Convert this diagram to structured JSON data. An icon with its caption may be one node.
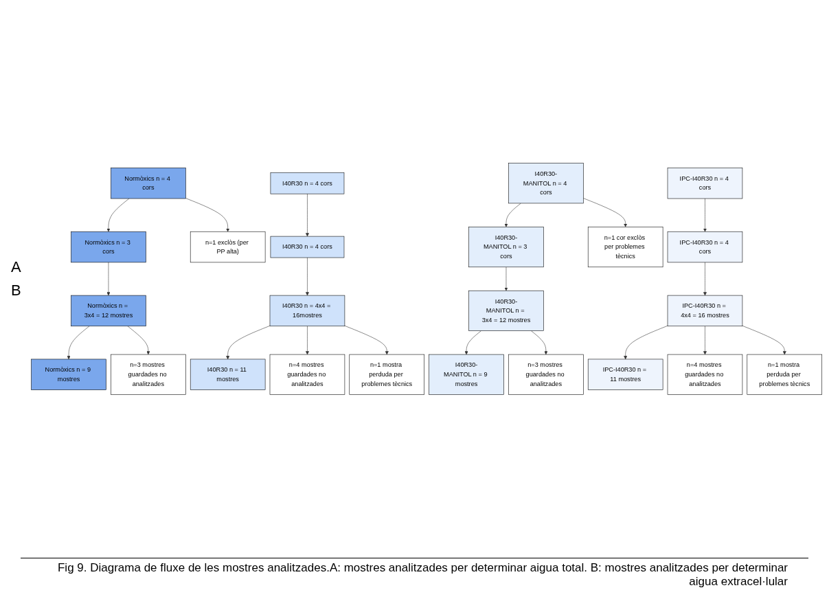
{
  "diagram": {
    "caption": "Fig 9. Diagrama de fluxe de les mostres analitzades.A: mostres analitzades per determinar aigua total. B: mostres analitzades per determinar aigua extracel·lular",
    "nodes": [
      {
        "text": [
          "Normòxics n = 4 cors"
        ]
      },
      {
        "text": [
          "I40R30 n = 4 cors"
        ]
      },
      {
        "text": [
          "I40R30-MANITOL n = 4 cors"
        ]
      },
      {
        "text": [
          "IPC-I40R30 n = 4 cors"
        ]
      },
      {
        "text": [
          "n=1 exclòs (per PP alta)"
        ]
      },
      {
        "text": [
          "n=1 cor exclòs per problemes tècnics"
        ]
      },
      {
        "text": [
          "Normòxics n = 3 cors"
        ]
      },
      {
        "text": [
          "I40R30 n = 4 cors"
        ]
      },
      {
        "text": [
          "I40R30-MANITOL n = 3 cors"
        ]
      },
      {
        "text": [
          "IPC-I40R30 n = 4 cors"
        ]
      },
      {
        "text": [
          "Normòxics n = 3x4 = 12 mostres"
        ]
      },
      {
        "text": [
          "I40R30 n = 4x4 = 16mostres"
        ]
      },
      {
        "text": [
          "I40R30-MANITOL n = 3x4 = 12 mostres"
        ]
      },
      {
        "text": [
          "IPC-I40R30 n = 4x4 = 16 mostres"
        ]
      },
      {
        "text": [
          "n=3 mostres guardades no analitzades"
        ]
      },
      {
        "text": [
          "n=4 mostres guardades no analitzades"
        ]
      },
      {
        "text": [
          "n=3 mostres guardades no analitzades"
        ]
      },
      {
        "text": [
          "n=4 mostres guardades no analitzades"
        ]
      },
      {
        "text": [
          "n=1 mostra perduda per problemes tècnics"
        ]
      },
      {
        "text": [
          "n=1 mostra perduda per problemes tècnics"
        ]
      },
      {
        "text": [
          "Normòxics n = 9 mostres"
        ]
      },
      {
        "text": [
          "I40R30 n = 11 mostres"
        ]
      },
      {
        "text": [
          "I40R30-MANITOL n = 9 mostres"
        ]
      },
      {
        "text": [
          "IPC-I40R30 n = 11 mostres"
        ]
      }
    ],
    "edges": [
      {
        "from": 0,
        "to": 6,
        "arrow": "to"
      },
      {
        "from": 0,
        "to": 4,
        "arrow": "to"
      },
      {
        "from": 1,
        "to": 7,
        "arrow": "to"
      },
      {
        "from": 2,
        "to": 8,
        "arrow": "to"
      },
      {
        "from": 2,
        "to": 5,
        "arrow": "to"
      },
      {
        "from": 3,
        "to": 9,
        "arrow": "to"
      },
      {
        "from": 6,
        "to": 10,
        "arrow": "to"
      },
      {
        "from": 7,
        "to": 11,
        "arrow": "to"
      },
      {
        "from": 8,
        "to": 12,
        "arrow": "to"
      },
      {
        "from": 9,
        "to": 13,
        "arrow": "to"
      },
      {
        "from": 10,
        "to": 20,
        "arrow": "to"
      },
      {
        "from": 10,
        "to": 14,
        "arrow": "to"
      },
      {
        "from": 11,
        "to": 21,
        "arrow": "to"
      },
      {
        "from": 11,
        "to": 15,
        "arrow": "to"
      },
      {
        "from": 11,
        "to": 18,
        "arrow": "to"
      },
      {
        "from": 12,
        "to": 22,
        "arrow": "to"
      },
      {
        "from": 12,
        "to": 16,
        "arrow": "to"
      },
      {
        "from": 13,
        "to": 23,
        "arrow": "to"
      },
      {
        "from": 13,
        "to": 17,
        "arrow": "to"
      },
      {
        "from": 13,
        "to": 19,
        "arrow": "to"
      }
    ],
    "labels": [
      "A",
      "B"
    ]
  }
}
